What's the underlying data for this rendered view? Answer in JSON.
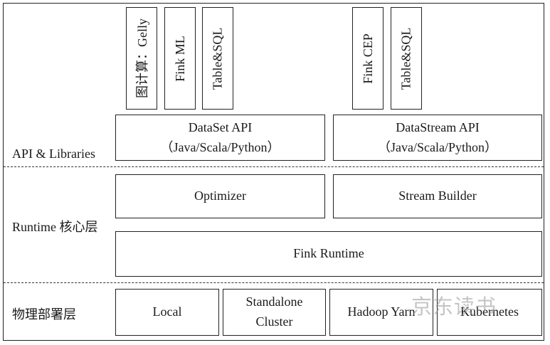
{
  "layers": {
    "api": "API & Libraries",
    "runtime": "Runtime 核心层",
    "deploy": "物理部署层"
  },
  "libraries": {
    "gelly": "图计算：Gelly",
    "ml": "Fink ML",
    "table_sql_batch": "Table&SQL",
    "cep": "Fink CEP",
    "table_sql_stream": "Table&SQL"
  },
  "apis": {
    "dataset": {
      "title": "DataSet API",
      "langs": "（Java/Scala/Python）"
    },
    "datastream": {
      "title": "DataStream API",
      "langs": "（Java/Scala/Python）"
    }
  },
  "runtime": {
    "optimizer": "Optimizer",
    "stream_builder": "Stream Builder",
    "flink_runtime": "Fink Runtime"
  },
  "deploy": {
    "local": "Local",
    "standalone_line1": "Standalone",
    "standalone_line2": "Cluster",
    "hadoop": "Hadoop Yarn",
    "kubernetes": "Kubernetes"
  },
  "watermark": "京东读书"
}
